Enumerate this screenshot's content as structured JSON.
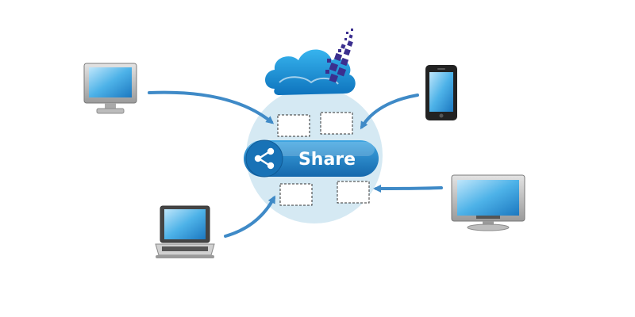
{
  "share_button": {
    "label": "Share",
    "icon": "share-icon",
    "color": "#1e84c6"
  },
  "hub": {
    "color": "#d5e9f3",
    "slot_count": 4
  },
  "cloud": {
    "icon": "cloud-icon",
    "color": "#1f97d6",
    "pixel_color": "#3b2f8f"
  },
  "devices": [
    {
      "icon": "desktop-monitor-icon"
    },
    {
      "icon": "smartphone-icon"
    },
    {
      "icon": "laptop-icon"
    },
    {
      "icon": "tv-monitor-icon"
    }
  ],
  "arrows": {
    "color": "#3f8ac7",
    "count": 4
  }
}
